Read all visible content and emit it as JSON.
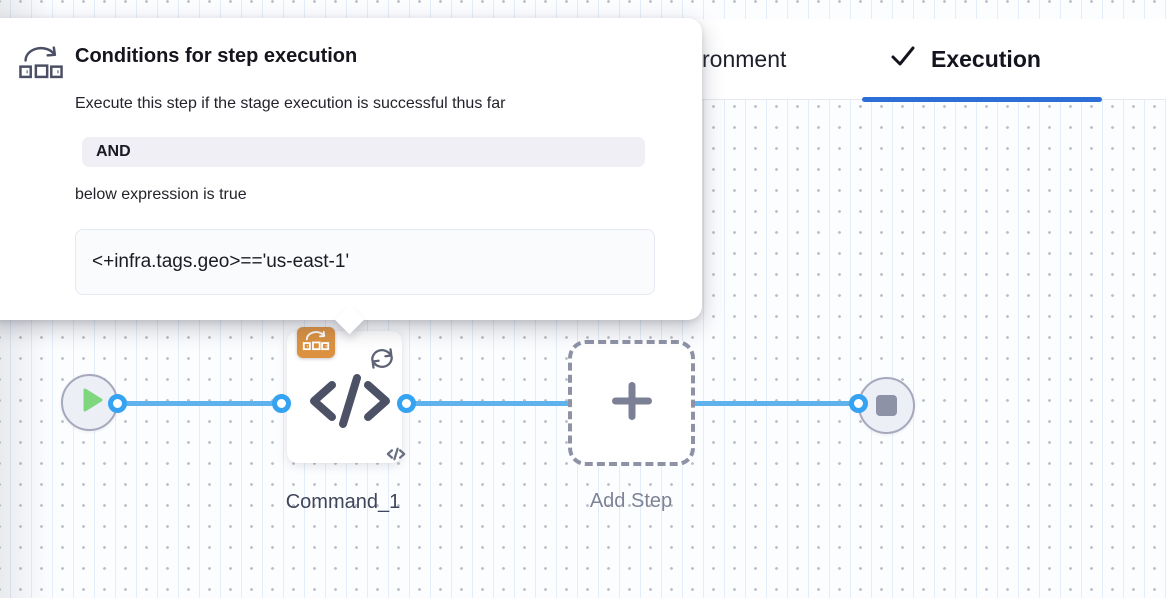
{
  "header": {
    "environment_tab_visible_text": "ronment",
    "execution_tab": {
      "label": "Execution",
      "checked": true
    }
  },
  "popover": {
    "title": "Conditions for step execution",
    "description": "Execute this step if the stage execution is successful thus far",
    "operator": "AND",
    "expression_label": "below expression is true",
    "expression_value": "<+infra.tags.geo>=='us-east-1'"
  },
  "canvas": {
    "step_name": "Command_1",
    "add_step_label": "Add Step"
  },
  "colors": {
    "accent_blue": "#2d6fd8",
    "edge_blue": "#5fb2eb",
    "port_blue": "#36a3f2",
    "badge_orange": "#db9140",
    "play_green": "#7fd67f",
    "node_fill": "#edeff7",
    "node_border": "#a6a8bd"
  }
}
